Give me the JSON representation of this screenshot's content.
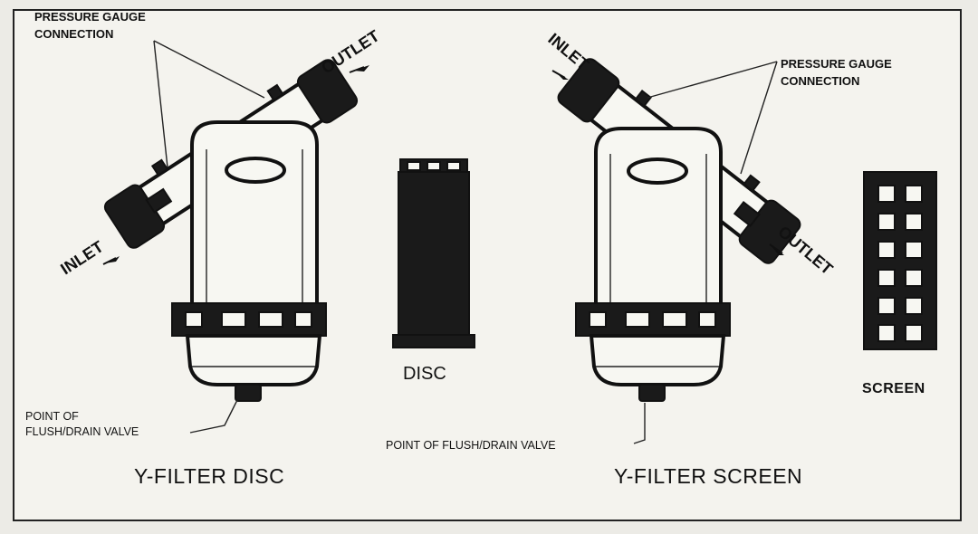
{
  "left_diagram": {
    "pressure_label_line1": "PRESSURE GAUGE",
    "pressure_label_line2": "CONNECTION",
    "outlet_label": "OUTLET",
    "inlet_label": "INLET",
    "drain_label_line1": "POINT OF",
    "drain_label_line2": "FLUSH/DRAIN VALVE",
    "title": "Y-FILTER DISC"
  },
  "disc_part": {
    "label": "DISC"
  },
  "right_diagram": {
    "inlet_label": "INLET",
    "outlet_label": "OUTLET",
    "pressure_label_line1": "PRESSURE GAUGE",
    "pressure_label_line2": "CONNECTION",
    "drain_label": "POINT OF FLUSH/DRAIN VALVE",
    "title": "Y-FILTER SCREEN"
  },
  "screen_part": {
    "label": "SCREEN"
  }
}
